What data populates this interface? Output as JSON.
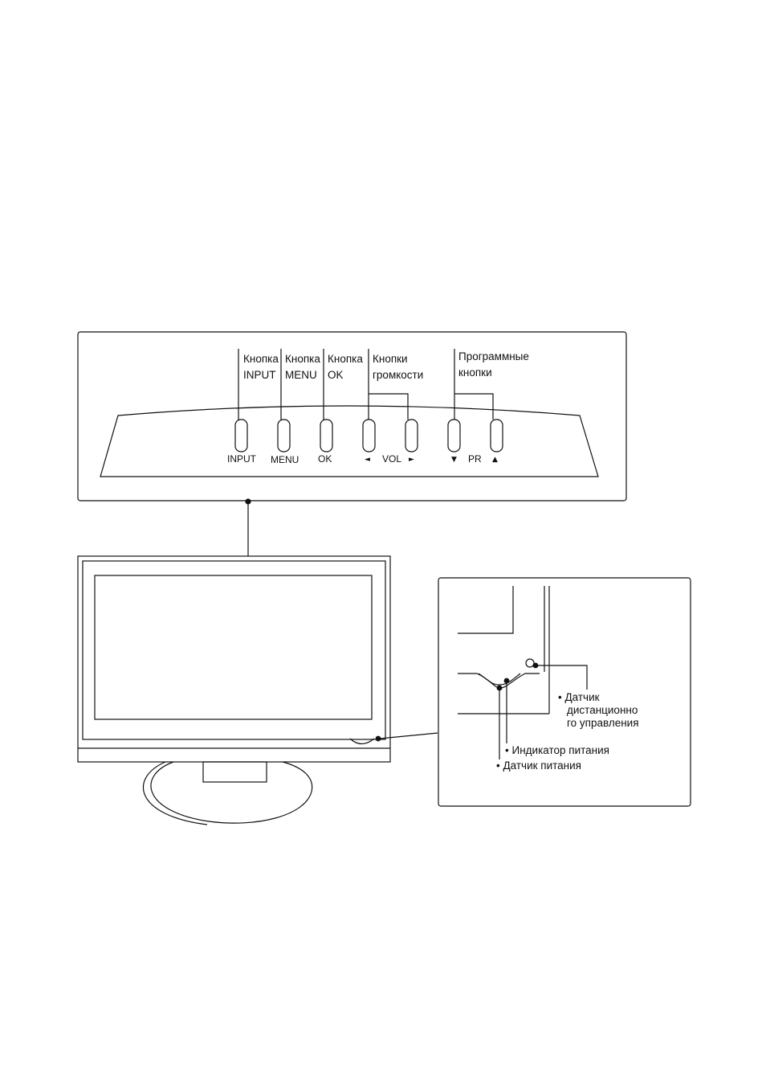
{
  "panel_callouts": {
    "input": [
      "Кнопка",
      "INPUT"
    ],
    "menu": [
      "Кнопка",
      "MENU"
    ],
    "ok": [
      "Кнопка",
      "OK"
    ],
    "volume": [
      "Кнопки",
      "громкости"
    ],
    "program": [
      "Программные",
      "кнопки"
    ]
  },
  "panel_buttons": {
    "input": "INPUT",
    "menu": "MENU",
    "ok": "OK",
    "vol": "VOL",
    "pr": "PR",
    "vol_left_symbol": "◄",
    "vol_right_symbol": "►",
    "pr_down_symbol": "▼",
    "pr_up_symbol": "▲"
  },
  "detail_callouts": {
    "remote_sensor": [
      "Датчик",
      "дистанционно",
      "го управления"
    ],
    "power_indicator": "Индикатор питания",
    "power_sensor": "Датчик питания",
    "bullet": "•"
  }
}
